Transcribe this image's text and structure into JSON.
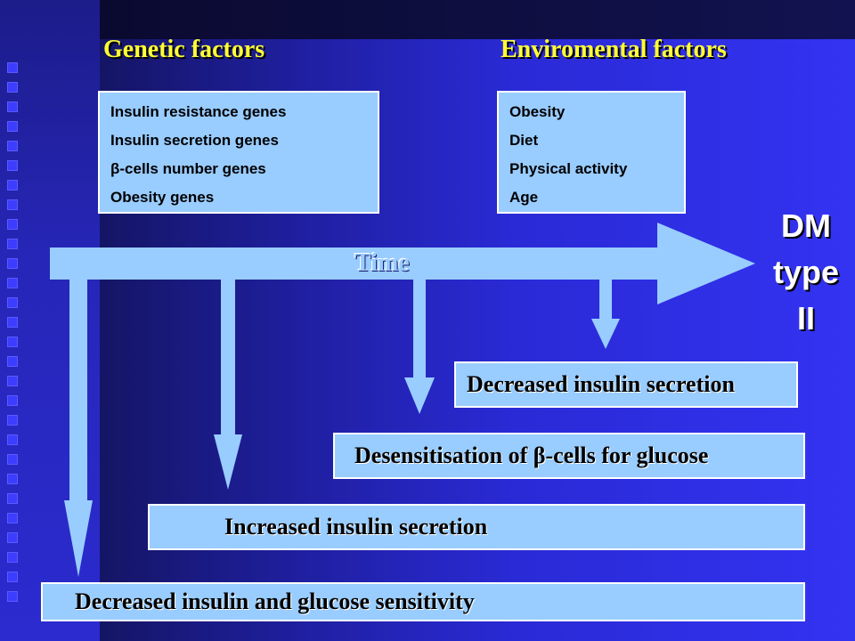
{
  "headings": {
    "genetic": "Genetic factors",
    "environmental": "Enviromental factors"
  },
  "genetic_factors": [
    "Insulin resistance genes",
    "Insulin secretion genes",
    "β-cells number genes",
    "Obesity genes"
  ],
  "environmental_factors": [
    "Obesity",
    "Diet",
    "Physical activity",
    "Age"
  ],
  "timeline": {
    "label": "Time",
    "endpoint": [
      "DM",
      "type",
      "II"
    ]
  },
  "outcomes": [
    "Decreased insulin secretion",
    "Desensitisation of β-cells for glucose",
    "Increased insulin secretion",
    "Decreased insulin and glucose sensitivity"
  ],
  "colors": {
    "heading": "#ffff33",
    "box_fill": "#99ccff",
    "arrow": "#99ccff"
  }
}
